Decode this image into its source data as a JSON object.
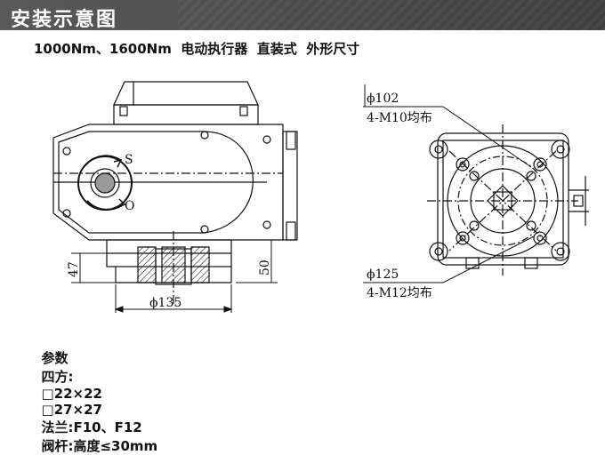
{
  "header": {
    "title": "安装示意图",
    "bg_color": "#4a4a4a"
  },
  "subtitle": "1000Nm、1600Nm  电动执行器  直装式  外形尺寸",
  "labels": {
    "s": "S",
    "o": "O",
    "dim_47": "47",
    "dim_50": "50",
    "dim_135": "ϕ135",
    "dim_102": "ϕ102",
    "bolt_m10": "4-M10均布",
    "dim_125": "ϕ125",
    "bolt_m12": "4-M12均布"
  },
  "params": {
    "label": "参数",
    "square": "四方:",
    "sq1": "□22×22",
    "sq2": "□27×27",
    "flange": "法兰:F10、F12",
    "stem": "阀杆:高度≤30mm"
  }
}
